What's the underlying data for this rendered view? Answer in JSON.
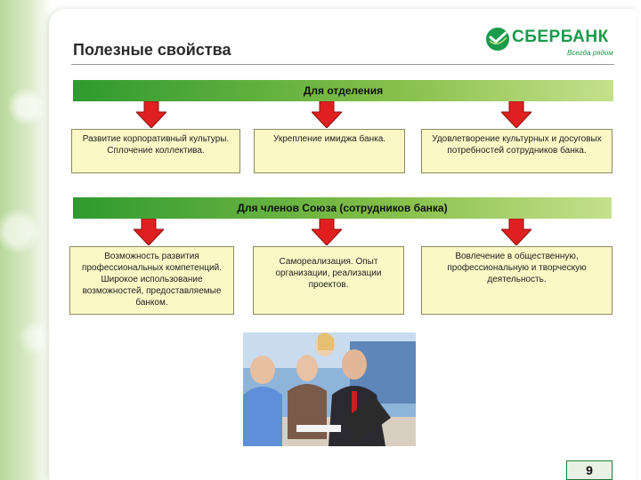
{
  "title": "Полезные свойства",
  "logo": {
    "name": "СБЕРБАНК",
    "tagline": "Всегда рядом"
  },
  "section1": {
    "header": "Для отделения",
    "items": [
      "Развитие корпоративный культуры. Сплочение коллектива.",
      "Укрепление имиджа банка.",
      "Удовлетворение культурных и досуговых потребностей сотрудников банка."
    ]
  },
  "section2": {
    "header": "Для членов Союза (сотрудников банка)",
    "items": [
      "Возможность развития профессиональных компетенций. Широкое использование возможностей, предоставляемые банком.",
      "Самореализация. Опыт организации, реализации проектов.",
      "Вовлечение в общественную, профессиональную и творческую деятельность."
    ]
  },
  "page_number": "9",
  "colors": {
    "brand_green": "#1a9a4a",
    "arrow_red": "#e02020",
    "box_fill": "#fbf8c6"
  }
}
